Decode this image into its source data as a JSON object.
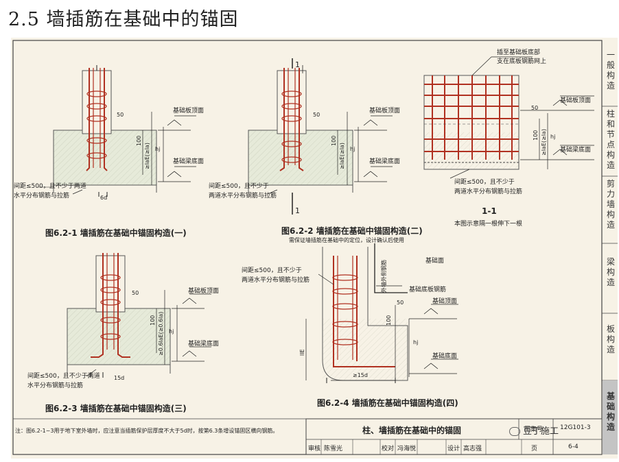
{
  "slide_title": "2.5 墙插筋在基础中的锚固",
  "figures": {
    "fig1": {
      "caption": "图6.2-1  墙插筋在基础中锚固构造(一)",
      "top_label": "基础板顶面",
      "bottom_label": "基础梁底面",
      "note_line1": "间距≤500，且不少于两道",
      "note_line2": "水平分布钢筋与拉筋",
      "dim_50": "50",
      "dim_100": "100",
      "dim_lae": "≥laE(≥la)",
      "dim_hj": "hj",
      "dim_6d": "6d"
    },
    "fig2": {
      "caption": "图6.2-2  墙插筋在基础中锚固构造(二)",
      "subcaption": "需保证墙插筋在基础中的定位，设计确认后使用",
      "section_mark": "1",
      "top_label": "基础板顶面",
      "bottom_label": "基础梁底面",
      "note_line1": "间距≤500，且不少于",
      "note_line2": "两道水平分布钢筋与拉筋",
      "dim_50": "50",
      "dim_100": "100",
      "dim_lae": "≥laE(≥la)",
      "dim_hj": "hj"
    },
    "section11": {
      "top_note_line1": "插至基础板底部",
      "top_note_line2": "支在底板钢筋网上",
      "top_label": "基础板顶面",
      "bottom_label": "基础梁底面",
      "note_line1": "间距≤500，且不少于",
      "note_line2": "两道水平分布钢筋与拉筋",
      "title": "1-1",
      "caption": "本图示意隔一根伸下一根",
      "dim_50": "50",
      "dim_100": "100",
      "dim_lae": "≥laE(≥la)",
      "dim_hj": "hj"
    },
    "fig3": {
      "caption": "图6.2-3  墙插筋在基础中锚固构造(三)",
      "top_label": "基础板顶面",
      "bottom_label": "基础梁底面",
      "note_line1": "间距≤500，且不少于两道",
      "note_line2": "水平分布钢筋与拉筋",
      "dim_50": "50",
      "dim_100": "100",
      "dim_lae": "≥0.6laE(≥0.6la)",
      "dim_hj": "hj",
      "dim_15d": "15d"
    },
    "fig4": {
      "caption": "图6.2-4  墙插筋在基础中锚固构造(四)",
      "note_line1": "间距≤500，且不少于",
      "note_line2": "两道水平分布钢筋与拉筋",
      "outer_rebar": "外墙外侧钢筋",
      "top_label": "基础面",
      "rebar_label": "基础底板钢筋",
      "top_label2": "基础顶面",
      "bottom_label": "基础底面",
      "dim_50": "50",
      "dim_100": "100",
      "dim_lle": "llE",
      "dim_hj": "hj",
      "dim_15d": "≥15d"
    }
  },
  "bottom_note": "注：图6.2-1~3用于地下室外墙时，应注意当插筋保护层厚度不大于5d时，按第6.3条增设锚固区横向钢筋。",
  "title_block": {
    "title": "柱、墙插筋在基础中的锚固",
    "atlas_label": "图集号",
    "atlas_no": "12G101-3",
    "row": [
      "审核",
      "陈雪光",
      "校对",
      "冯海悦",
      "设计",
      "高志强",
      "页",
      "6-4"
    ]
  },
  "side_tabs": [
    {
      "label": "一般构造",
      "active": false
    },
    {
      "label": "柱和节点构造",
      "active": false
    },
    {
      "label": "剪力墙构造",
      "active": false
    },
    {
      "label": "梁构造",
      "active": false
    },
    {
      "label": "板构造",
      "active": false
    },
    {
      "label": "基础构造",
      "active": true
    }
  ],
  "watermark": "豆丁施工",
  "colors": {
    "sheet_bg": "#f7f2e6",
    "rebar": "#b03020",
    "ink": "#222222",
    "concrete_fill": "#e4e8d8",
    "tab_active": "#bfbfbf"
  }
}
